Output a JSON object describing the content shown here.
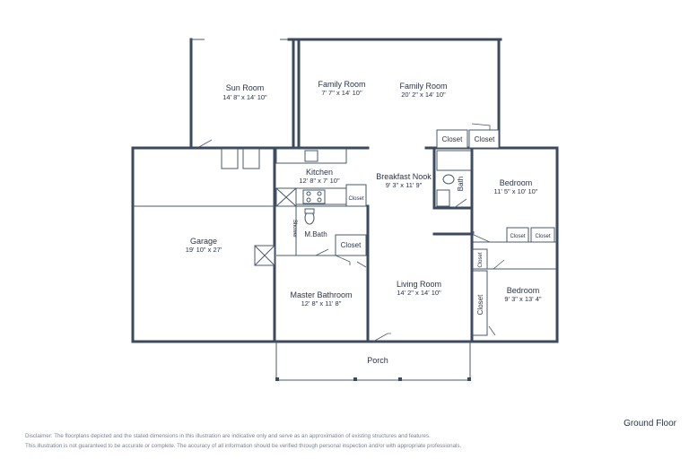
{
  "floor_label": "Ground Floor",
  "disclaimer": {
    "line1": "Disclaimer: The floorplans depicted and the stated dimensions in this illustration are indicative only and serve as an approximation of existing structures and features.",
    "line2": "This illustration is not guaranteed to be accurate or complete. The accuracy of all information should be verified through personal inspection and/or with appropriate professionals."
  },
  "rooms": {
    "sun_room": {
      "name": "Sun Room",
      "dims": "14' 8\" x 14' 10\""
    },
    "family_room_1": {
      "name": "Family Room",
      "dims": "7' 7\" x 14' 10\""
    },
    "family_room_2": {
      "name": "Family Room",
      "dims": "20' 2\" x 14' 10\""
    },
    "kitchen": {
      "name": "Kitchen",
      "dims": "12' 8\" x 7' 10\""
    },
    "breakfast_nook": {
      "name": "Breakfast Nook",
      "dims": "9' 3\" x 11' 9\""
    },
    "bedroom_1": {
      "name": "Bedroom",
      "dims": "11' 5\" x 10' 10\""
    },
    "garage": {
      "name": "Garage",
      "dims": "19' 10\" x 27'"
    },
    "master_bath_small": {
      "name": "M.Bath"
    },
    "shower": {
      "name": "Shower"
    },
    "master_bathroom": {
      "name": "Master Bathroom",
      "dims": "12' 8\" x 11' 8\""
    },
    "living_room": {
      "name": "Living Room",
      "dims": "14' 2\" x 14' 10\""
    },
    "bedroom_2": {
      "name": "Bedroom",
      "dims": "9' 3\" x 13' 4\""
    },
    "bath": {
      "name": "Bath"
    },
    "porch": {
      "name": "Porch"
    }
  },
  "closets": {
    "label": "Closet",
    "top_left": "Closet",
    "top_right": "Closet",
    "kitchen": "Closet",
    "mbath": "Closet",
    "bedroom_a": "Closet",
    "bedroom_b": "Closet",
    "hall": "Closet",
    "bedroom2": "Closet"
  }
}
